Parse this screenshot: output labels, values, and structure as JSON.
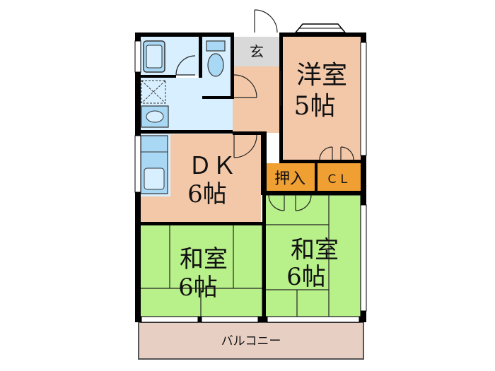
{
  "rooms": {
    "western": {
      "name": "洋室",
      "size": "5帖"
    },
    "entrance": {
      "name": "玄"
    },
    "dk": {
      "name": "ＤＫ",
      "size": "6帖"
    },
    "oshiire": {
      "name": "押入"
    },
    "closet": {
      "name": "ＣＬ"
    },
    "japanese_left": {
      "name": "和室",
      "size": "6帖"
    },
    "japanese_right": {
      "name": "和室",
      "size": "6帖"
    },
    "balcony": {
      "name": "バルコニー"
    }
  },
  "colors": {
    "wall": "#000000",
    "western_floor": "#f3c8a8",
    "dk_floor": "#f3c8a8",
    "tatami": "#b8f08a",
    "wet_area": "#d7efff",
    "fixture": "#a9d8f4",
    "oshiire": "#f0a033",
    "balcony": "#e8cfc3",
    "entrance": "#d9d9d9"
  }
}
